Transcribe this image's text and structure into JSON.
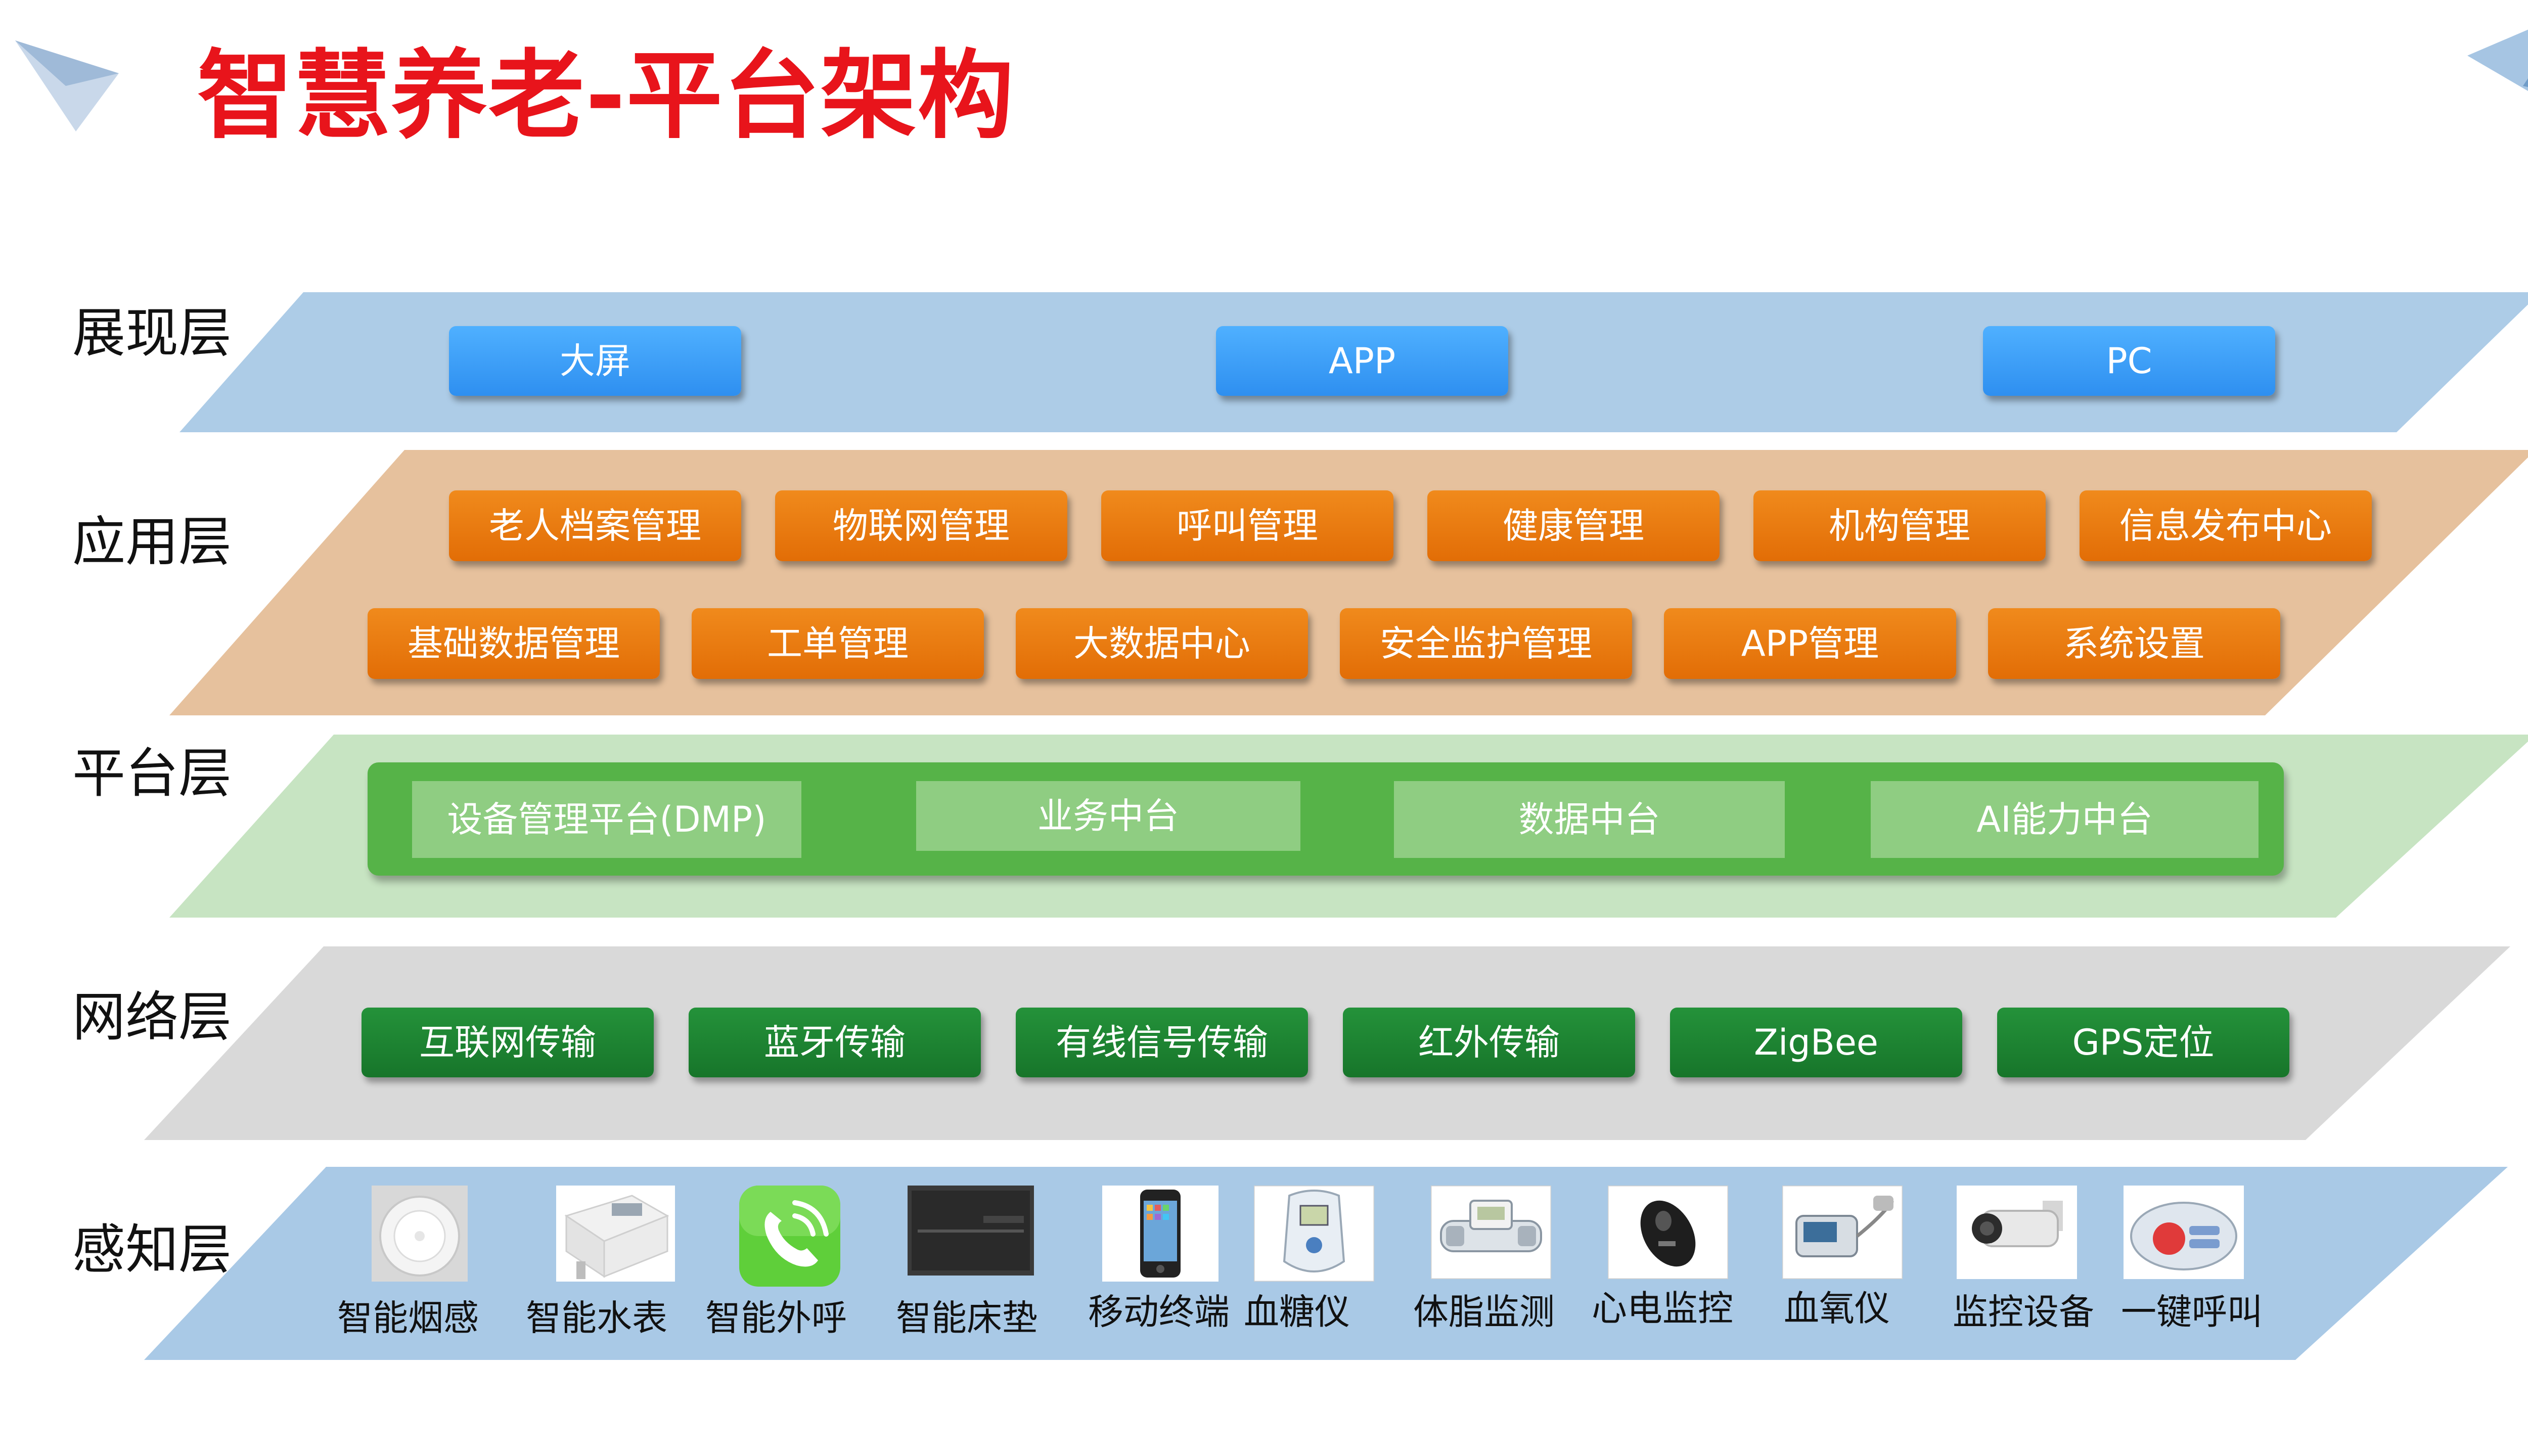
{
  "title": "智慧养老-平台架构",
  "layers": [
    {
      "label": "展现层",
      "items": [
        "大屏",
        "APP",
        "PC"
      ]
    },
    {
      "label": "应用层",
      "row1": [
        "老人档案管理",
        "物联网管理",
        "呼叫管理",
        "健康管理",
        "机构管理",
        "信息发布中心"
      ],
      "row2": [
        "基础数据管理",
        "工单管理",
        "大数据中心",
        "安全监护管理",
        "APP管理",
        "系统设置"
      ]
    },
    {
      "label": "平台层",
      "items": [
        "设备管理平台(DMP)",
        "业务中台",
        "数据中台",
        "AI能力中台"
      ]
    },
    {
      "label": "网络层",
      "items": [
        "互联网传输",
        "蓝牙传输",
        "有线信号传输",
        "红外传输",
        "ZigBee",
        "GPS定位"
      ]
    },
    {
      "label": "感知层",
      "devices": [
        {
          "label": "智能烟感",
          "icon": "smoke-detector-icon"
        },
        {
          "label": "智能水表",
          "icon": "water-meter-icon"
        },
        {
          "label": "智能外呼",
          "icon": "phone-call-icon"
        },
        {
          "label": "智能床垫",
          "icon": "mattress-icon"
        },
        {
          "label": "移动终端",
          "icon": "mobile-phone-icon"
        },
        {
          "label": "血糖仪",
          "icon": "glucose-meter-icon"
        },
        {
          "label": "体脂监测",
          "icon": "body-fat-scale-icon"
        },
        {
          "label": "心电监控",
          "icon": "ecg-monitor-icon"
        },
        {
          "label": "血氧仪",
          "icon": "oximeter-icon"
        },
        {
          "label": "监控设备",
          "icon": "security-camera-icon"
        },
        {
          "label": "一键呼叫",
          "icon": "call-button-icon"
        }
      ]
    }
  ],
  "colors": {
    "title": "#e8141b",
    "display_band": "#a9c9e6",
    "app_band": "#e6c19d",
    "platform_band": "#c7e4c2",
    "network_band": "#d9d9d9",
    "sensing_band": "#a9c9e6",
    "blue_button": "#3a9cf6",
    "orange_button": "#e97a0f",
    "green_button": "#1c8430",
    "platform_box": "#56b348"
  }
}
